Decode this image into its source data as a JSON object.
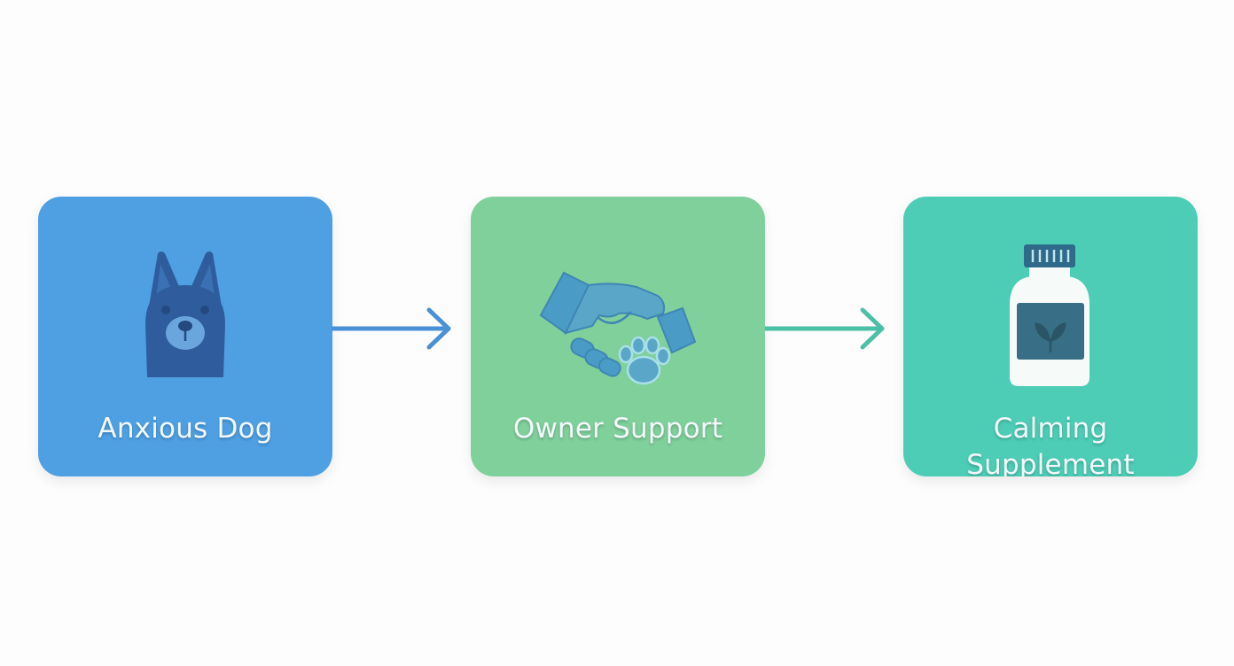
{
  "colors": {
    "background": "#fdfdfd",
    "card_blue": "#4fa0e3",
    "card_green": "#80d09c",
    "card_teal": "#4dcdb6",
    "arrow_blue": "#4a90d6",
    "arrow_teal": "#4cc0a6",
    "icon_dark": "#2f5c9c",
    "icon_handshake": "#4a9cc6"
  },
  "steps": [
    {
      "label": "Anxious Dog",
      "icon": "dog-face-icon"
    },
    {
      "label": "Owner Support",
      "icon": "handshake-paw-icon"
    },
    {
      "label": "Calming\nSupplement",
      "icon": "supplement-bottle-icon"
    }
  ],
  "connectors": [
    {
      "icon": "arrow-right-icon"
    },
    {
      "icon": "arrow-right-icon"
    }
  ]
}
